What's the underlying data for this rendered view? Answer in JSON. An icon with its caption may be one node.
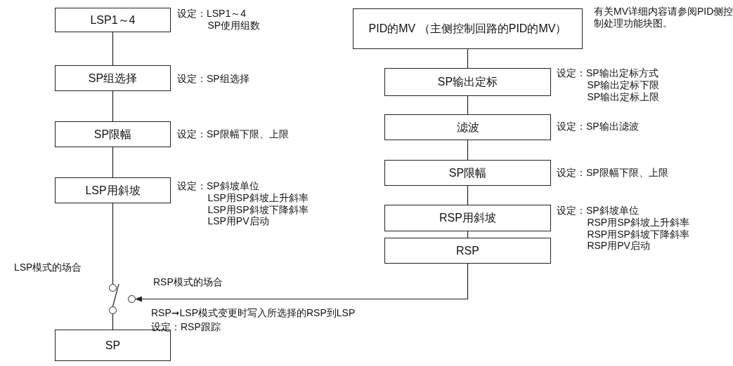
{
  "diagram": {
    "nodes": [
      {
        "text": [
          "LSP1～4"
        ],
        "beside": [
          "设定：LSP1～4 SP使用组数"
        ]
      },
      {
        "text": [
          "SP组选择"
        ],
        "beside": [
          "设定：SP组选择"
        ]
      },
      {
        "text": [
          "SP限幅"
        ],
        "beside": [
          "设定：SP限幅下限、上限"
        ]
      },
      {
        "text": [
          "LSP用斜坡"
        ],
        "beside": [
          "设定：SP斜坡单位 LSP用SP斜坡上升斜率 LSP用SP斜坡下降斜率 LSP用PV启动"
        ]
      },
      {
        "text": [],
        "shape": "circle"
      },
      {
        "text": [],
        "shape": "circle"
      },
      {
        "text": [],
        "shape": "circle"
      },
      {
        "text": [
          "SP"
        ]
      },
      {
        "text": [
          "PID的MV （主侧控制回路的PID的MV）"
        ],
        "beside": [
          "有关MV详细内容请参阅PID侧控制处理功能块图。"
        ]
      },
      {
        "text": [
          "SP输出定标"
        ],
        "beside": [
          "设定：SP输出定标方式 SP输出定标下限 SP输出定标上限"
        ]
      },
      {
        "text": [
          "滤波"
        ],
        "beside": [
          "设定：SP输出滤波"
        ]
      },
      {
        "text": [
          "SP限幅"
        ],
        "beside": [
          "设定：SP限幅下限、上限"
        ]
      },
      {
        "text": [
          "RSP用斜坡"
        ],
        "beside": [
          "设定：SP斜坡单位 RSP用SP斜坡上升斜率 RSP用SP斜坡下降斜率 RSP用PV启动"
        ]
      },
      {
        "text": [
          "RSP"
        ]
      }
    ],
    "edges": [
      {
        "from": 0,
        "to": 1,
        "arrow": "none"
      },
      {
        "from": 1,
        "to": 2,
        "arrow": "none"
      },
      {
        "from": 2,
        "to": 3,
        "arrow": "none"
      },
      {
        "from": 3,
        "to": 4,
        "arrow": "none"
      },
      {
        "from": 5,
        "to": 7,
        "arrow": "none"
      },
      {
        "from": 8,
        "to": 9,
        "arrow": "none"
      },
      {
        "from": 9,
        "to": 10,
        "arrow": "none"
      },
      {
        "from": 10,
        "to": 11,
        "arrow": "none"
      },
      {
        "from": 11,
        "to": 12,
        "arrow": "none"
      },
      {
        "from": 12,
        "to": 13,
        "arrow": "none"
      },
      {
        "from": 13,
        "to": 6,
        "arrow": "to"
      },
      {
        "from": 5,
        "to": 4,
        "arrow": "none"
      }
    ],
    "labels": [
      "LSP模式的场合",
      "RSP模式的场合",
      "RSP➞LSP模式变更时写入所选择的RSP到LSP",
      "设定：RSP跟踪"
    ]
  }
}
